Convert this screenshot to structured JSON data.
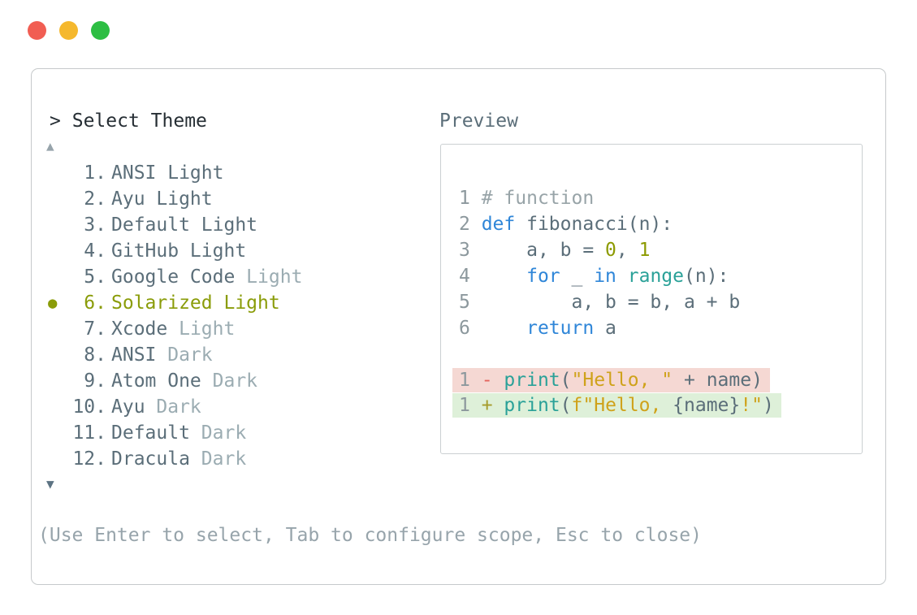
{
  "window": {
    "controls": [
      {
        "name": "close",
        "color": "#f15e53"
      },
      {
        "name": "minimize",
        "color": "#f5b82d"
      },
      {
        "name": "zoom",
        "color": "#2dbe43"
      }
    ]
  },
  "header": {
    "prompt": ">",
    "title": "Select Theme"
  },
  "theme_list": {
    "scroll_up_icon": "▲",
    "scroll_down_icon": "▼",
    "selected_marker": "●",
    "items": [
      {
        "number": "1",
        "name": "ANSI Light",
        "suffix": "",
        "selected": false
      },
      {
        "number": "2",
        "name": "Ayu Light",
        "suffix": "",
        "selected": false
      },
      {
        "number": "3",
        "name": "Default Light",
        "suffix": "",
        "selected": false
      },
      {
        "number": "4",
        "name": "GitHub Light",
        "suffix": "",
        "selected": false
      },
      {
        "number": "5",
        "name": "Google Code",
        "suffix": "Light",
        "selected": false
      },
      {
        "number": "6",
        "name": "Solarized Light",
        "suffix": "",
        "selected": true
      },
      {
        "number": "7",
        "name": "Xcode",
        "suffix": "Light",
        "selected": false
      },
      {
        "number": "8",
        "name": "ANSI",
        "suffix": "Dark",
        "selected": false
      },
      {
        "number": "9",
        "name": "Atom One",
        "suffix": "Dark",
        "selected": false
      },
      {
        "number": "10",
        "name": "Ayu",
        "suffix": "Dark",
        "selected": false
      },
      {
        "number": "11",
        "name": "Default",
        "suffix": "Dark",
        "selected": false
      },
      {
        "number": "12",
        "name": "Dracula",
        "suffix": "Dark",
        "selected": false
      }
    ]
  },
  "preview": {
    "label": "Preview",
    "code_lines": [
      {
        "no": "1",
        "tokens": [
          [
            "comment",
            "# function"
          ]
        ]
      },
      {
        "no": "2",
        "tokens": [
          [
            "kw",
            "def"
          ],
          [
            "plain",
            " fibonacci(n):"
          ]
        ]
      },
      {
        "no": "3",
        "tokens": [
          [
            "plain",
            "    a, b = "
          ],
          [
            "lit",
            "0"
          ],
          [
            "plain",
            ", "
          ],
          [
            "lit",
            "1"
          ]
        ]
      },
      {
        "no": "4",
        "tokens": [
          [
            "plain",
            "    "
          ],
          [
            "kw",
            "for"
          ],
          [
            "plain",
            " _ "
          ],
          [
            "kw",
            "in"
          ],
          [
            "plain",
            " "
          ],
          [
            "fn",
            "range"
          ],
          [
            "plain",
            "(n):"
          ]
        ]
      },
      {
        "no": "5",
        "tokens": [
          [
            "plain",
            "        a, b = b, a + b"
          ]
        ]
      },
      {
        "no": "6",
        "tokens": [
          [
            "plain",
            "    "
          ],
          [
            "kw",
            "return"
          ],
          [
            "plain",
            " a"
          ]
        ]
      },
      {
        "blank": true
      },
      {
        "no": "1",
        "diff": "removed",
        "tokens": [
          [
            "minus",
            "-"
          ],
          [
            "plain",
            " "
          ],
          [
            "fn",
            "print"
          ],
          [
            "plain",
            "("
          ],
          [
            "str",
            "\"Hello, \""
          ],
          [
            "plain",
            " + name)"
          ]
        ]
      },
      {
        "no": "1",
        "diff": "added",
        "tokens": [
          [
            "plus",
            "+"
          ],
          [
            "plain",
            " "
          ],
          [
            "fn",
            "print"
          ],
          [
            "plain",
            "("
          ],
          [
            "str",
            "f\"Hello, "
          ],
          [
            "plain",
            "{name}"
          ],
          [
            "str",
            "!\""
          ],
          [
            "plain",
            ")"
          ]
        ]
      }
    ]
  },
  "footer": {
    "hint": "(Use Enter to select, Tab to configure scope, Esc to close)"
  },
  "colors": {
    "panel_border": "#c6c9cb",
    "panel_bg": "#ffffff",
    "title": "#262e34",
    "body": "#5b6e79",
    "muted": "#9bacb2",
    "faint": "#97a4ab",
    "scroll_down": "#5c7383",
    "selected": "#8a9c09",
    "lineno": "#8c989d",
    "comment": "#98a4a8",
    "keyword": "#2f86d8",
    "builtin": "#2aa198",
    "literal": "#8c9a00",
    "string": "#cfa21a",
    "minus": "#e4635c",
    "plus": "#a59b2b",
    "removed_bg": "#f5d8d3",
    "added_bg": "#def0d9",
    "preview_border": "#cbd0d2"
  }
}
